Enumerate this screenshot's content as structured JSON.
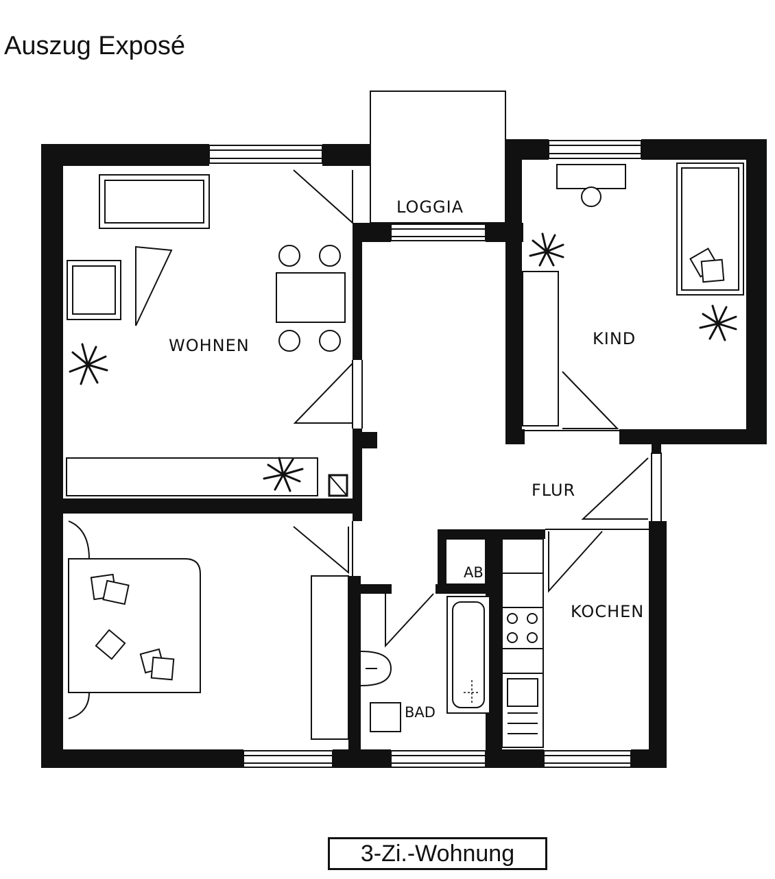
{
  "header": {
    "title": "Auszug Exposé"
  },
  "plan": {
    "rooms": {
      "loggia": "LOGGIA",
      "wohnen": "WOHNEN",
      "kind": "KIND",
      "flur": "FLUR",
      "ab": "AB",
      "kochen": "KOCHEN",
      "bad": "BAD"
    }
  },
  "caption": {
    "text": "3-Zi.-Wohnung"
  }
}
